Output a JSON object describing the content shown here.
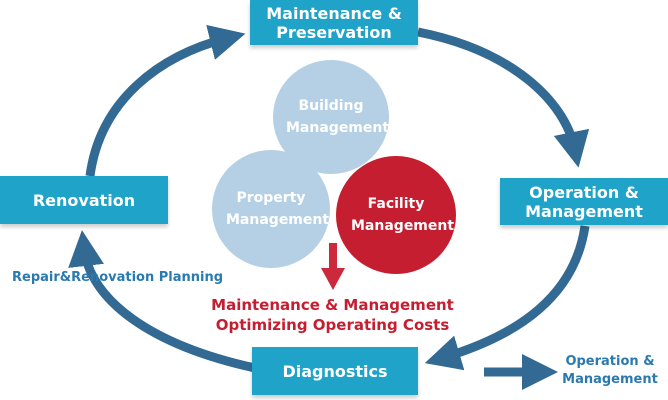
{
  "cycle": {
    "top": "Maintenance & Preservation",
    "right": "Operation & Management",
    "bottom": "Diagnostics",
    "left": "Renovation"
  },
  "circles": {
    "building": "Building Management",
    "property": "Property Management",
    "facility": "Facility Management"
  },
  "result": {
    "line1": "Maintenance & Management",
    "line2": "Optimizing Operating Costs"
  },
  "side_label": "Repair&Renovation Planning",
  "outcome_label": "Operation & Management",
  "colors": {
    "box": "#1fa3c9",
    "arrow": "#336a93",
    "light_circle": "#b5d0e4",
    "red": "#c41e30",
    "label_blue": "#2a7ab0"
  }
}
